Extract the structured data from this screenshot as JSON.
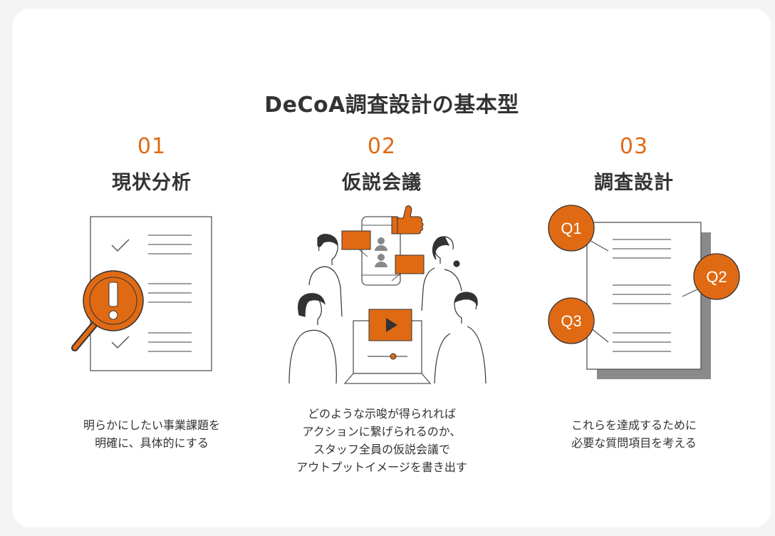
{
  "title": "DeCoA調査設計の基本型",
  "colors": {
    "accent": "#e06a14",
    "text": "#333333",
    "line": "#444444",
    "shadow": "#8a8a8a"
  },
  "steps": [
    {
      "number": "01",
      "heading": "現状分析",
      "description": "明らかにしたい事業課題を\n明確に、具体的にする",
      "icons": [
        "checklist-document-icon",
        "magnifier-exclamation-icon"
      ]
    },
    {
      "number": "02",
      "heading": "仮説会議",
      "description": "どのような示唆が得られれば\nアクションに繋げられるのか、\nスタッフ全員の仮説会議で\nアウトプットイメージを書き出す",
      "icons": [
        "people-icon",
        "smartphone-icon",
        "thumbs-up-icon",
        "laptop-video-icon",
        "speech-bubble-icon"
      ]
    },
    {
      "number": "03",
      "heading": "調査設計",
      "description": "これらを達成するために\n必要な質問項目を考える",
      "questions": [
        "Q1",
        "Q2",
        "Q3"
      ]
    }
  ]
}
